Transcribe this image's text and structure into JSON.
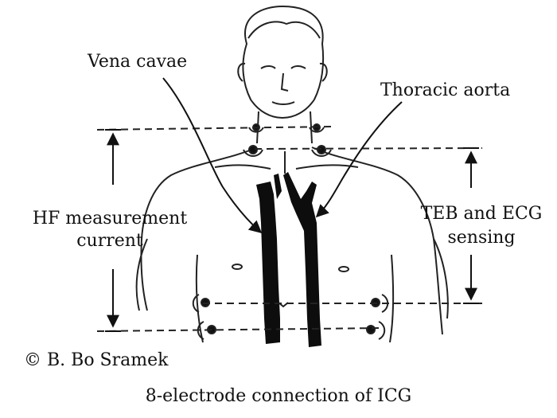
{
  "labels": {
    "vena_cavae": "Vena cavae",
    "thoracic_aorta": "Thoracic aorta",
    "hf_line1": "HF measurement",
    "hf_line2": "current",
    "teb_line1": "TEB and ECG",
    "teb_line2": "sensing"
  },
  "copyright": "© B. Bo Sramek",
  "caption": "8-electrode connection of ICG",
  "colors": {
    "ink": "#111111",
    "vessel": "#0d0d0d",
    "background": "#ffffff"
  }
}
